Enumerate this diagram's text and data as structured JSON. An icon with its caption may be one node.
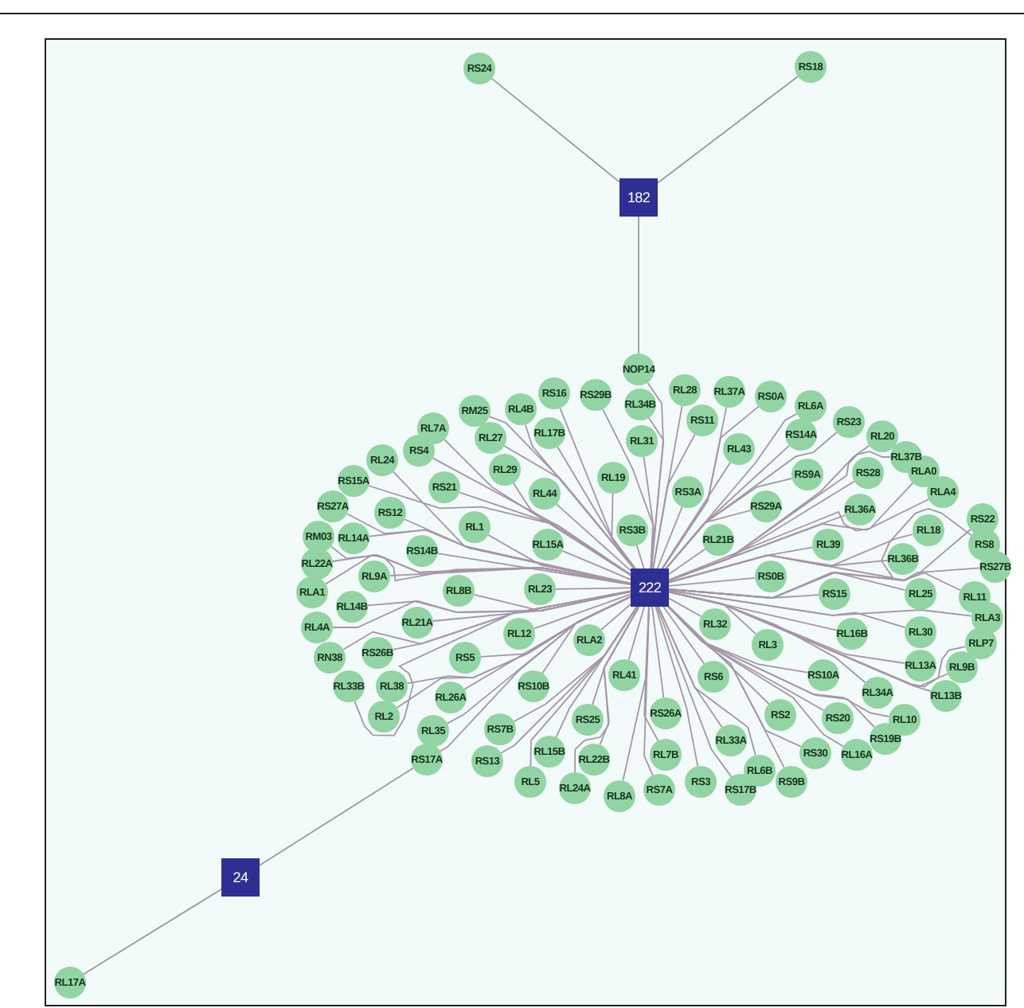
{
  "diagram": {
    "nodes": [
      {
        "text": [
          "RS24"
        ]
      },
      {
        "text": [
          "RS18"
        ]
      },
      {
        "text": [
          "182"
        ]
      },
      {
        "text": [
          "NOP14"
        ]
      },
      {
        "text": [
          "RM25"
        ]
      },
      {
        "text": [
          "RL4B"
        ]
      },
      {
        "text": [
          "RS16"
        ]
      },
      {
        "text": [
          "RS29B"
        ]
      },
      {
        "text": [
          "RL34B"
        ]
      },
      {
        "text": [
          "RL28"
        ]
      },
      {
        "text": [
          "RL37A"
        ]
      },
      {
        "text": [
          "RS0A"
        ]
      },
      {
        "text": [
          "RL6A"
        ]
      },
      {
        "text": [
          "RS23"
        ]
      },
      {
        "text": [
          "RL20"
        ]
      },
      {
        "text": [
          "RL37B"
        ]
      },
      {
        "text": [
          "RLA0"
        ]
      },
      {
        "text": [
          "RLA4"
        ]
      },
      {
        "text": [
          "RS22"
        ]
      },
      {
        "text": [
          "RS8"
        ]
      },
      {
        "text": [
          "RS27B"
        ]
      },
      {
        "text": [
          "RL11"
        ]
      },
      {
        "text": [
          "RLA3"
        ]
      },
      {
        "text": [
          "RLP7"
        ]
      },
      {
        "text": [
          "RL9B"
        ]
      },
      {
        "text": [
          "RL13B"
        ]
      },
      {
        "text": [
          "RL10"
        ]
      },
      {
        "text": [
          "RS19B"
        ]
      },
      {
        "text": [
          "RL16A"
        ]
      },
      {
        "text": [
          "RS30"
        ]
      },
      {
        "text": [
          "RS9B"
        ]
      },
      {
        "text": [
          "RS17B"
        ]
      },
      {
        "text": [
          "RS3"
        ]
      },
      {
        "text": [
          "RS7A"
        ]
      },
      {
        "text": [
          "RL8A"
        ]
      },
      {
        "text": [
          "RL24A"
        ]
      },
      {
        "text": [
          "RL5"
        ]
      },
      {
        "text": [
          "RS13"
        ]
      },
      {
        "text": [
          "RS17A"
        ]
      },
      {
        "text": [
          "RL35"
        ]
      },
      {
        "text": [
          "RL2"
        ]
      },
      {
        "text": [
          "RL33B"
        ]
      },
      {
        "text": [
          "RL38"
        ]
      },
      {
        "text": [
          "RN38"
        ]
      },
      {
        "text": [
          "RS26B"
        ]
      },
      {
        "text": [
          "RL4A"
        ]
      },
      {
        "text": [
          "RL14B"
        ]
      },
      {
        "text": [
          "RLA1"
        ]
      },
      {
        "text": [
          "RL22A"
        ]
      },
      {
        "text": [
          "RM03"
        ]
      },
      {
        "text": [
          "RL14A"
        ]
      },
      {
        "text": [
          "RS27A"
        ]
      },
      {
        "text": [
          "RS15A"
        ]
      },
      {
        "text": [
          "RL24"
        ]
      },
      {
        "text": [
          "RS4"
        ]
      },
      {
        "text": [
          "RL7A"
        ]
      },
      {
        "text": [
          "RL27"
        ]
      },
      {
        "text": [
          "RL17B"
        ]
      },
      {
        "text": [
          "RL31"
        ]
      },
      {
        "text": [
          "RS11"
        ]
      },
      {
        "text": [
          "RL43"
        ]
      },
      {
        "text": [
          "RS14A"
        ]
      },
      {
        "text": [
          "RL29"
        ]
      },
      {
        "text": [
          "RS21"
        ]
      },
      {
        "text": [
          "RL19"
        ]
      },
      {
        "text": [
          "RS3A"
        ]
      },
      {
        "text": [
          "RS9A"
        ]
      },
      {
        "text": [
          "RS28"
        ]
      },
      {
        "text": [
          "RS12"
        ]
      },
      {
        "text": [
          "RL44"
        ]
      },
      {
        "text": [
          "RS29A"
        ]
      },
      {
        "text": [
          "RL36A"
        ]
      },
      {
        "text": [
          "RL1"
        ]
      },
      {
        "text": [
          "RL15A"
        ]
      },
      {
        "text": [
          "RS3B"
        ]
      },
      {
        "text": [
          "RL21B"
        ]
      },
      {
        "text": [
          "RL18"
        ]
      },
      {
        "text": [
          "RS14B"
        ]
      },
      {
        "text": [
          "RL39"
        ]
      },
      {
        "text": [
          "RL36B"
        ]
      },
      {
        "text": [
          "RL9A"
        ]
      },
      {
        "text": [
          "RL8B"
        ]
      },
      {
        "text": [
          "RL23"
        ]
      },
      {
        "text": [
          "222"
        ]
      },
      {
        "text": [
          "RS0B"
        ]
      },
      {
        "text": [
          "RS15"
        ]
      },
      {
        "text": [
          "RL25"
        ]
      },
      {
        "text": [
          "RL21A"
        ]
      },
      {
        "text": [
          "RL12"
        ]
      },
      {
        "text": [
          "RLA2"
        ]
      },
      {
        "text": [
          "RL32"
        ]
      },
      {
        "text": [
          "RL3"
        ]
      },
      {
        "text": [
          "RL16B"
        ]
      },
      {
        "text": [
          "RL30"
        ]
      },
      {
        "text": [
          "RS5"
        ]
      },
      {
        "text": [
          "RL41"
        ]
      },
      {
        "text": [
          "RS6"
        ]
      },
      {
        "text": [
          "RS10A"
        ]
      },
      {
        "text": [
          "RL34A"
        ]
      },
      {
        "text": [
          "RL13A"
        ]
      },
      {
        "text": [
          "RS10B"
        ]
      },
      {
        "text": [
          "RL26A"
        ]
      },
      {
        "text": [
          "RS26A"
        ]
      },
      {
        "text": [
          "RS2"
        ]
      },
      {
        "text": [
          "RS20"
        ]
      },
      {
        "text": [
          "RS25"
        ]
      },
      {
        "text": [
          "RS7B"
        ]
      },
      {
        "text": [
          "RL33A"
        ]
      },
      {
        "text": [
          "RL7B"
        ]
      },
      {
        "text": [
          "RL6B"
        ]
      },
      {
        "text": [
          "RL15B"
        ]
      },
      {
        "text": [
          "RL22B"
        ]
      },
      {
        "text": [
          "24"
        ]
      },
      {
        "text": [
          "RL17A"
        ]
      }
    ],
    "edges": [
      {
        "from": 2,
        "to": 0,
        "arrow": "none"
      },
      {
        "from": 2,
        "to": 1,
        "arrow": "none"
      },
      {
        "from": 2,
        "to": 3,
        "arrow": "none"
      },
      {
        "from": 83,
        "to": 3,
        "arrow": "none"
      },
      {
        "from": 83,
        "to": 4,
        "arrow": "none"
      },
      {
        "from": 83,
        "to": 5,
        "arrow": "none"
      },
      {
        "from": 83,
        "to": 6,
        "arrow": "none"
      },
      {
        "from": 83,
        "to": 7,
        "arrow": "none"
      },
      {
        "from": 83,
        "to": 8,
        "arrow": "none"
      },
      {
        "from": 83,
        "to": 9,
        "arrow": "none"
      },
      {
        "from": 83,
        "to": 10,
        "arrow": "none"
      },
      {
        "from": 83,
        "to": 11,
        "arrow": "none"
      },
      {
        "from": 83,
        "to": 12,
        "arrow": "none"
      },
      {
        "from": 83,
        "to": 13,
        "arrow": "none"
      },
      {
        "from": 83,
        "to": 14,
        "arrow": "none"
      },
      {
        "from": 83,
        "to": 15,
        "arrow": "none"
      },
      {
        "from": 83,
        "to": 16,
        "arrow": "none"
      },
      {
        "from": 83,
        "to": 17,
        "arrow": "none"
      },
      {
        "from": 83,
        "to": 18,
        "arrow": "none"
      },
      {
        "from": 83,
        "to": 19,
        "arrow": "none"
      },
      {
        "from": 83,
        "to": 20,
        "arrow": "none"
      },
      {
        "from": 83,
        "to": 21,
        "arrow": "none"
      },
      {
        "from": 83,
        "to": 22,
        "arrow": "none"
      },
      {
        "from": 83,
        "to": 23,
        "arrow": "none"
      },
      {
        "from": 83,
        "to": 24,
        "arrow": "none"
      },
      {
        "from": 83,
        "to": 25,
        "arrow": "none"
      },
      {
        "from": 83,
        "to": 26,
        "arrow": "none"
      },
      {
        "from": 83,
        "to": 27,
        "arrow": "none"
      },
      {
        "from": 83,
        "to": 28,
        "arrow": "none"
      },
      {
        "from": 83,
        "to": 29,
        "arrow": "none"
      },
      {
        "from": 83,
        "to": 30,
        "arrow": "none"
      },
      {
        "from": 83,
        "to": 31,
        "arrow": "none"
      },
      {
        "from": 83,
        "to": 32,
        "arrow": "none"
      },
      {
        "from": 83,
        "to": 33,
        "arrow": "none"
      },
      {
        "from": 83,
        "to": 34,
        "arrow": "none"
      },
      {
        "from": 83,
        "to": 35,
        "arrow": "none"
      },
      {
        "from": 83,
        "to": 36,
        "arrow": "none"
      },
      {
        "from": 83,
        "to": 37,
        "arrow": "none"
      },
      {
        "from": 83,
        "to": 38,
        "arrow": "none"
      },
      {
        "from": 83,
        "to": 39,
        "arrow": "none"
      },
      {
        "from": 83,
        "to": 40,
        "arrow": "none"
      },
      {
        "from": 83,
        "to": 41,
        "arrow": "none"
      },
      {
        "from": 83,
        "to": 42,
        "arrow": "none"
      },
      {
        "from": 83,
        "to": 43,
        "arrow": "none"
      },
      {
        "from": 83,
        "to": 44,
        "arrow": "none"
      },
      {
        "from": 83,
        "to": 45,
        "arrow": "none"
      },
      {
        "from": 83,
        "to": 46,
        "arrow": "none"
      },
      {
        "from": 83,
        "to": 47,
        "arrow": "none"
      },
      {
        "from": 83,
        "to": 48,
        "arrow": "none"
      },
      {
        "from": 83,
        "to": 49,
        "arrow": "none"
      },
      {
        "from": 83,
        "to": 50,
        "arrow": "none"
      },
      {
        "from": 83,
        "to": 51,
        "arrow": "none"
      },
      {
        "from": 83,
        "to": 52,
        "arrow": "none"
      },
      {
        "from": 83,
        "to": 53,
        "arrow": "none"
      },
      {
        "from": 83,
        "to": 54,
        "arrow": "none"
      },
      {
        "from": 83,
        "to": 55,
        "arrow": "none"
      },
      {
        "from": 83,
        "to": 56,
        "arrow": "none"
      },
      {
        "from": 83,
        "to": 57,
        "arrow": "none"
      },
      {
        "from": 83,
        "to": 58,
        "arrow": "none"
      },
      {
        "from": 83,
        "to": 59,
        "arrow": "none"
      },
      {
        "from": 83,
        "to": 60,
        "arrow": "none"
      },
      {
        "from": 83,
        "to": 61,
        "arrow": "none"
      },
      {
        "from": 83,
        "to": 62,
        "arrow": "none"
      },
      {
        "from": 83,
        "to": 63,
        "arrow": "none"
      },
      {
        "from": 83,
        "to": 64,
        "arrow": "none"
      },
      {
        "from": 83,
        "to": 65,
        "arrow": "none"
      },
      {
        "from": 83,
        "to": 66,
        "arrow": "none"
      },
      {
        "from": 83,
        "to": 67,
        "arrow": "none"
      },
      {
        "from": 83,
        "to": 68,
        "arrow": "none"
      },
      {
        "from": 83,
        "to": 69,
        "arrow": "none"
      },
      {
        "from": 83,
        "to": 70,
        "arrow": "none"
      },
      {
        "from": 83,
        "to": 71,
        "arrow": "none"
      },
      {
        "from": 83,
        "to": 72,
        "arrow": "none"
      },
      {
        "from": 83,
        "to": 73,
        "arrow": "none"
      },
      {
        "from": 83,
        "to": 74,
        "arrow": "none"
      },
      {
        "from": 83,
        "to": 75,
        "arrow": "none"
      },
      {
        "from": 83,
        "to": 76,
        "arrow": "none"
      },
      {
        "from": 83,
        "to": 77,
        "arrow": "none"
      },
      {
        "from": 83,
        "to": 78,
        "arrow": "none"
      },
      {
        "from": 83,
        "to": 79,
        "arrow": "none"
      },
      {
        "from": 83,
        "to": 80,
        "arrow": "none"
      },
      {
        "from": 83,
        "to": 81,
        "arrow": "none"
      },
      {
        "from": 83,
        "to": 82,
        "arrow": "none"
      },
      {
        "from": 83,
        "to": 84,
        "arrow": "none"
      },
      {
        "from": 83,
        "to": 85,
        "arrow": "none"
      },
      {
        "from": 83,
        "to": 86,
        "arrow": "none"
      },
      {
        "from": 83,
        "to": 87,
        "arrow": "none"
      },
      {
        "from": 83,
        "to": 88,
        "arrow": "none"
      },
      {
        "from": 83,
        "to": 89,
        "arrow": "none"
      },
      {
        "from": 83,
        "to": 90,
        "arrow": "none"
      },
      {
        "from": 83,
        "to": 91,
        "arrow": "none"
      },
      {
        "from": 83,
        "to": 92,
        "arrow": "none"
      },
      {
        "from": 83,
        "to": 93,
        "arrow": "none"
      },
      {
        "from": 83,
        "to": 94,
        "arrow": "none"
      },
      {
        "from": 83,
        "to": 95,
        "arrow": "none"
      },
      {
        "from": 83,
        "to": 96,
        "arrow": "none"
      },
      {
        "from": 83,
        "to": 97,
        "arrow": "none"
      },
      {
        "from": 83,
        "to": 98,
        "arrow": "none"
      },
      {
        "from": 83,
        "to": 99,
        "arrow": "none"
      },
      {
        "from": 83,
        "to": 100,
        "arrow": "none"
      },
      {
        "from": 83,
        "to": 101,
        "arrow": "none"
      },
      {
        "from": 83,
        "to": 102,
        "arrow": "none"
      },
      {
        "from": 83,
        "to": 103,
        "arrow": "none"
      },
      {
        "from": 83,
        "to": 104,
        "arrow": "none"
      },
      {
        "from": 83,
        "to": 105,
        "arrow": "none"
      },
      {
        "from": 83,
        "to": 106,
        "arrow": "none"
      },
      {
        "from": 83,
        "to": 107,
        "arrow": "none"
      },
      {
        "from": 83,
        "to": 108,
        "arrow": "none"
      },
      {
        "from": 83,
        "to": 109,
        "arrow": "none"
      },
      {
        "from": 83,
        "to": 110,
        "arrow": "none"
      },
      {
        "from": 83,
        "to": 111,
        "arrow": "none"
      },
      {
        "from": 112,
        "to": 38,
        "arrow": "none"
      },
      {
        "from": 112,
        "to": 113,
        "arrow": "none"
      }
    ]
  }
}
